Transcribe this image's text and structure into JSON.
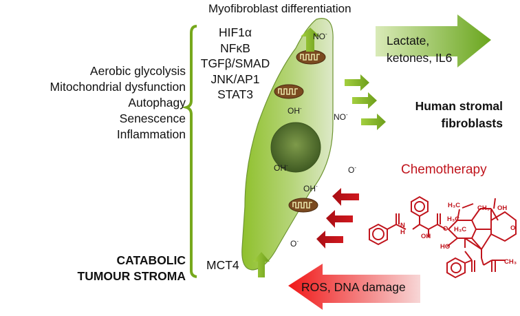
{
  "header": {
    "title": "Myofibroblast differentiation"
  },
  "left_processes": [
    "Aerobic glycolysis",
    "Mitochondrial dysfunction",
    "Autophagy",
    "Senescence",
    "Inflammation"
  ],
  "pathways": [
    "HIF1α",
    "NFκB",
    "TGFβ/SMAD",
    "JNK/AP1",
    "STAT3"
  ],
  "stroma_label": [
    "CATABOLIC",
    "TUMOUR STROMA"
  ],
  "transporter": {
    "label": "MCT4",
    "direction": "up"
  },
  "cell_label": [
    "Human stromal",
    "fibroblasts"
  ],
  "output_arrow": {
    "lines": [
      "Lactate,",
      "ketones, IL6"
    ]
  },
  "input_arrow": {
    "label": "ROS, DNA damage"
  },
  "chemotherapy": {
    "label": "Chemotherapy",
    "structure_labels": [
      "H3C",
      "H3C",
      "CH3",
      "CH3",
      "H3C",
      "OH",
      "OH",
      "HO",
      "N",
      "H",
      "O",
      "CH3"
    ]
  },
  "ions": [
    {
      "base": "NO",
      "charge": "-"
    },
    {
      "base": "OH",
      "charge": "-"
    },
    {
      "base": "NO",
      "charge": "-"
    },
    {
      "base": "OH",
      "charge": "-"
    },
    {
      "base": "O",
      "charge": "-"
    },
    {
      "base": "OH",
      "charge": "-"
    },
    {
      "base": "O",
      "charge": "-"
    }
  ],
  "colors": {
    "green_accent": "#7aac1e",
    "cell_fill": "#9cc84a",
    "nucleus": "#4d6b2a",
    "red_accent": "#c0141c",
    "mito": "#8a5a2b"
  }
}
